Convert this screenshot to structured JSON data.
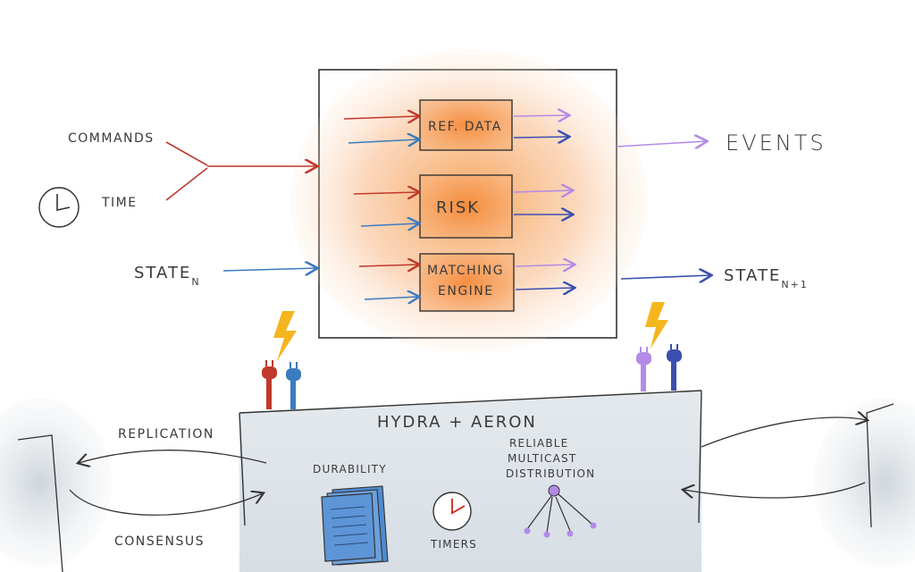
{
  "inputs": {
    "commands": "COMMANDS",
    "time": "TIME",
    "state": "STATE",
    "state_sub": "N"
  },
  "engine": {
    "ref_data": "REF. DATA",
    "risk": "RISK",
    "matching_line1": "MATCHING",
    "matching_line2": "ENGINE"
  },
  "outputs": {
    "events": "EVENTS",
    "state": "STATE",
    "state_sub": "N+1"
  },
  "platform": {
    "title": "HYDRA + AERON",
    "replication": "REPLICATION",
    "consensus": "CONSENSUS",
    "durability": "DURABILITY",
    "timers": "TIMERS",
    "multicast_line1": "RELIABLE",
    "multicast_line2": "MULTICAST",
    "multicast_line3": "DISTRIBUTION"
  },
  "colors": {
    "command_arrow": "#c0392b",
    "state_arrow": "#3b7bbf",
    "event_arrow": "#b48ae6",
    "state_out_arrow": "#3a4fb0",
    "engine_glow": "#f7a055",
    "platform_fill": "#e6eaee",
    "lightning": "#f5b51e"
  }
}
